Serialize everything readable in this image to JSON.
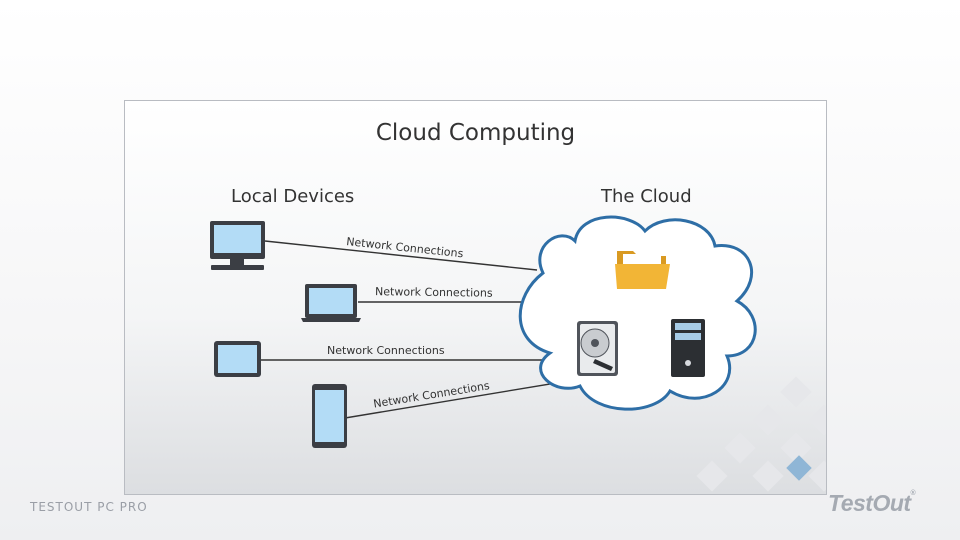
{
  "slide": {
    "title": "Cloud Computing",
    "left_heading": "Local Devices",
    "right_heading": "The Cloud"
  },
  "devices": [
    {
      "name": "desktop-monitor-icon",
      "connection_label": "Network Connections"
    },
    {
      "name": "laptop-icon",
      "connection_label": "Network Connections"
    },
    {
      "name": "tablet-icon",
      "connection_label": "Network Connections"
    },
    {
      "name": "smartphone-icon",
      "connection_label": "Network Connections"
    }
  ],
  "cloud_items": [
    "folder-icon",
    "hard-drive-icon",
    "server-tower-icon"
  ],
  "colors": {
    "cloud_outline": "#2e6ea6",
    "screen_fill": "#b3dcf6",
    "device_body": "#3b3e44",
    "folder": "#f2b536",
    "accent_square": "#8fb6d6"
  },
  "footer": {
    "left_text": "TESTOUT PC PRO",
    "logo_text": "TestOut",
    "logo_mark": "®"
  }
}
